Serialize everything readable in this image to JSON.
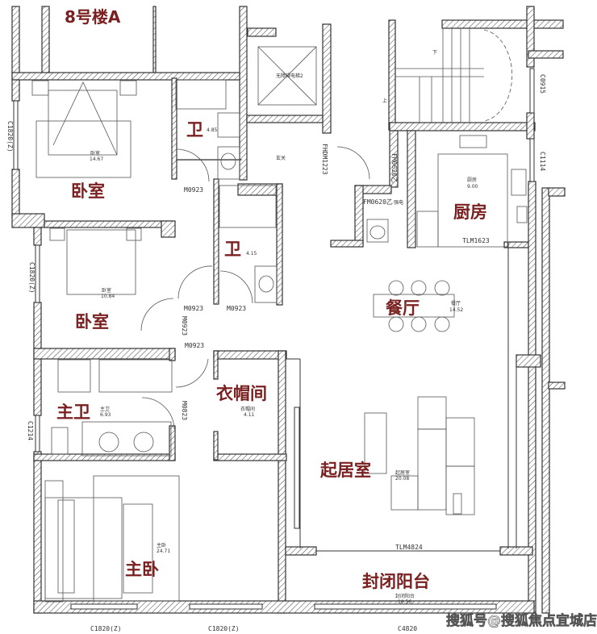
{
  "title": "8号楼A",
  "rooms": {
    "bedroom1": {
      "label": "卧室",
      "name": "卧室",
      "area": "14.67"
    },
    "bath1": {
      "label": "卫",
      "area": "4.85"
    },
    "bedroom2": {
      "label": "卧室",
      "name": "卧室",
      "area": "10.84"
    },
    "bath2": {
      "label": "卫",
      "area": "4.15"
    },
    "master_bath": {
      "label": "主卫",
      "name": "主卫",
      "area": "6.93"
    },
    "walkin": {
      "label": "衣帽间",
      "name": "衣帽间",
      "area": "4.11"
    },
    "living": {
      "label": "起居室",
      "name": "起居室",
      "area": "20.08"
    },
    "master_bed": {
      "label": "主卧",
      "name": "主卧",
      "area": "24.71"
    },
    "balcony": {
      "label": "封闭阳台",
      "name": "封闭阳台",
      "area": "10.56"
    },
    "kitchen": {
      "label": "厨房",
      "name": "厨房",
      "area": "9.00"
    },
    "dining": {
      "label": "餐厅",
      "name": "餐厅",
      "area": "14.52"
    },
    "foyer": {
      "name": "玄关"
    },
    "elevator": {
      "name": "无障碍电梯2"
    }
  },
  "codes": {
    "m1": "M0923",
    "m2": "M0923",
    "m3": "M0923",
    "m4": "M0923",
    "m5": "M0923",
    "m6": "M0823",
    "fhdm": "FHDM1223",
    "fm1": "FM0620乙",
    "fm2": "FM0620乙",
    "elec": "强电",
    "tlm1": "TLM1623",
    "tlm2": "TLM4824",
    "c1": "C1820(Z)",
    "c2": "C1820(Z)",
    "c3": "C1214",
    "c4": "C1820(Z)",
    "c5": "C1820(Z)",
    "c6": "C4820",
    "c7": "C0915",
    "c8": "C1114",
    "stair_down": "下",
    "stair_up": "上"
  },
  "watermark": "搜狐号@搜狐焦点宜城店"
}
